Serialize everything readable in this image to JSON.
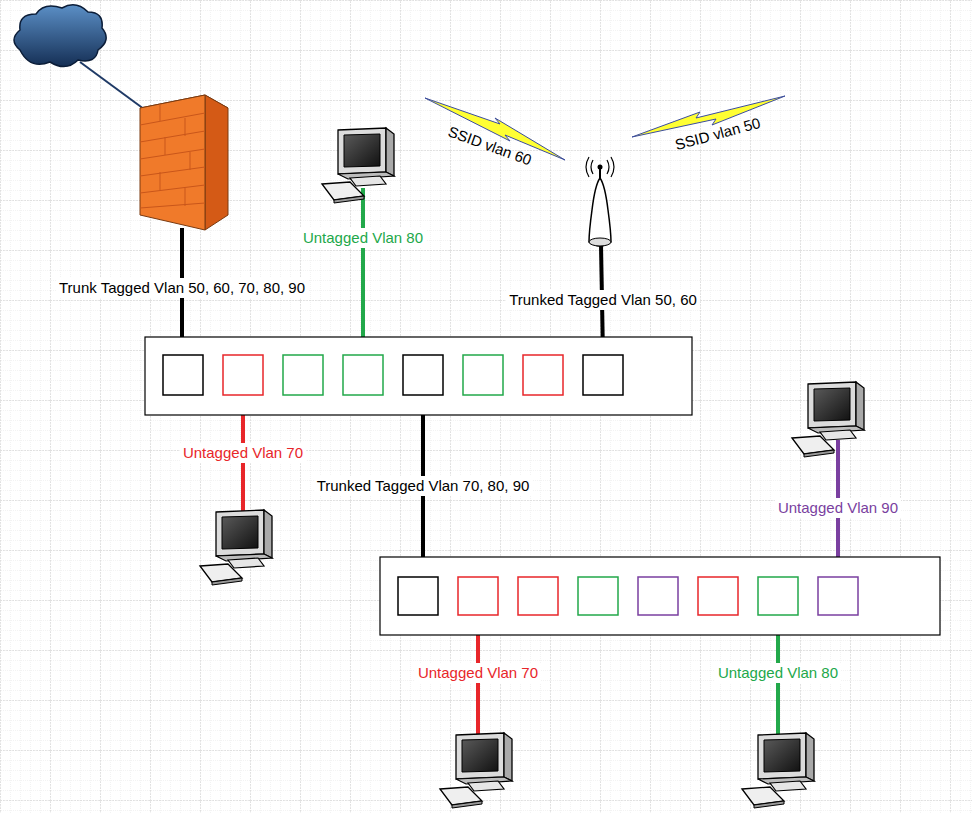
{
  "diagram": {
    "labels": [
      "Trunk Tagged Vlan 50, 60, 70, 80, 90",
      "Untagged Vlan 80",
      "SSID vlan 60",
      "SSID vlan 50",
      "Trunked Tagged Vlan 50, 60",
      "Untagged Vlan 70",
      "Trunked Tagged Vlan 70, 80, 90",
      "Untagged Vlan 90",
      "Untagged Vlan 70",
      "Untagged Vlan 80"
    ]
  }
}
